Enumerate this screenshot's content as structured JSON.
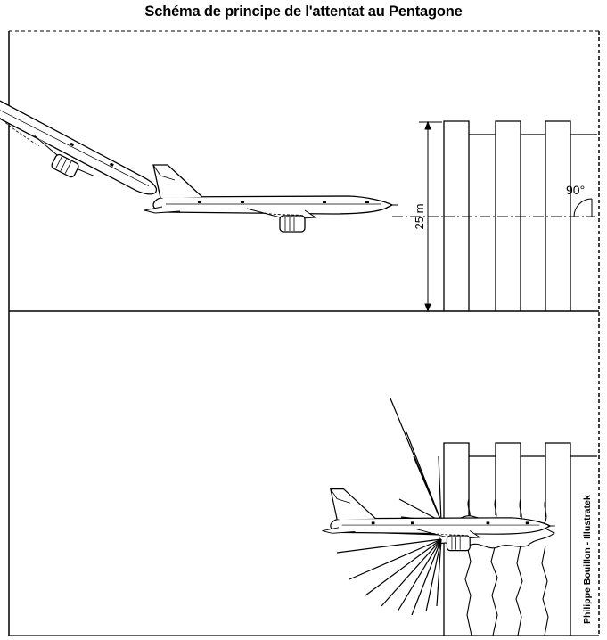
{
  "title": "Schéma de principe de l'attentat au Pentagone",
  "labels": {
    "height": "25 m",
    "angle": "90°",
    "credit": "Philippe Bouillon - Illustratek"
  }
}
